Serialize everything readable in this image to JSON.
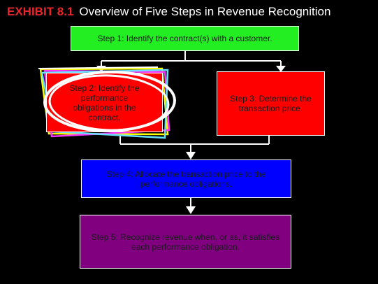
{
  "exhibit": {
    "label": "EXHIBIT 8.1",
    "title": "Overview of Five Steps in Revenue Recognition"
  },
  "steps": [
    {
      "label": "Step 1: Identify the contract(s) with a customer."
    },
    {
      "label": "Step 2: Identify the performance obligations in the contract."
    },
    {
      "label": "Step 3: Determine the transaction price."
    },
    {
      "label": "Step 4: Allocate the transaction price to the performance obligations."
    },
    {
      "label": "Step 5: Recognize revenue when, or as, it satisfies each performance obligation."
    }
  ],
  "colors": {
    "exhibit_label": "#e8262c",
    "step1": "#22ee22",
    "step2": "#ff0000",
    "step3": "#ff0000",
    "step4": "#0000ff",
    "step5": "#800080",
    "box_text": "#1a1a1a",
    "connector": "#ffffff",
    "highlight_circle": "#ffffff",
    "scribble_yellow": "#ffff00",
    "scribble_magenta": "#ff33ff",
    "scribble_cyan": "#66e0ff"
  }
}
